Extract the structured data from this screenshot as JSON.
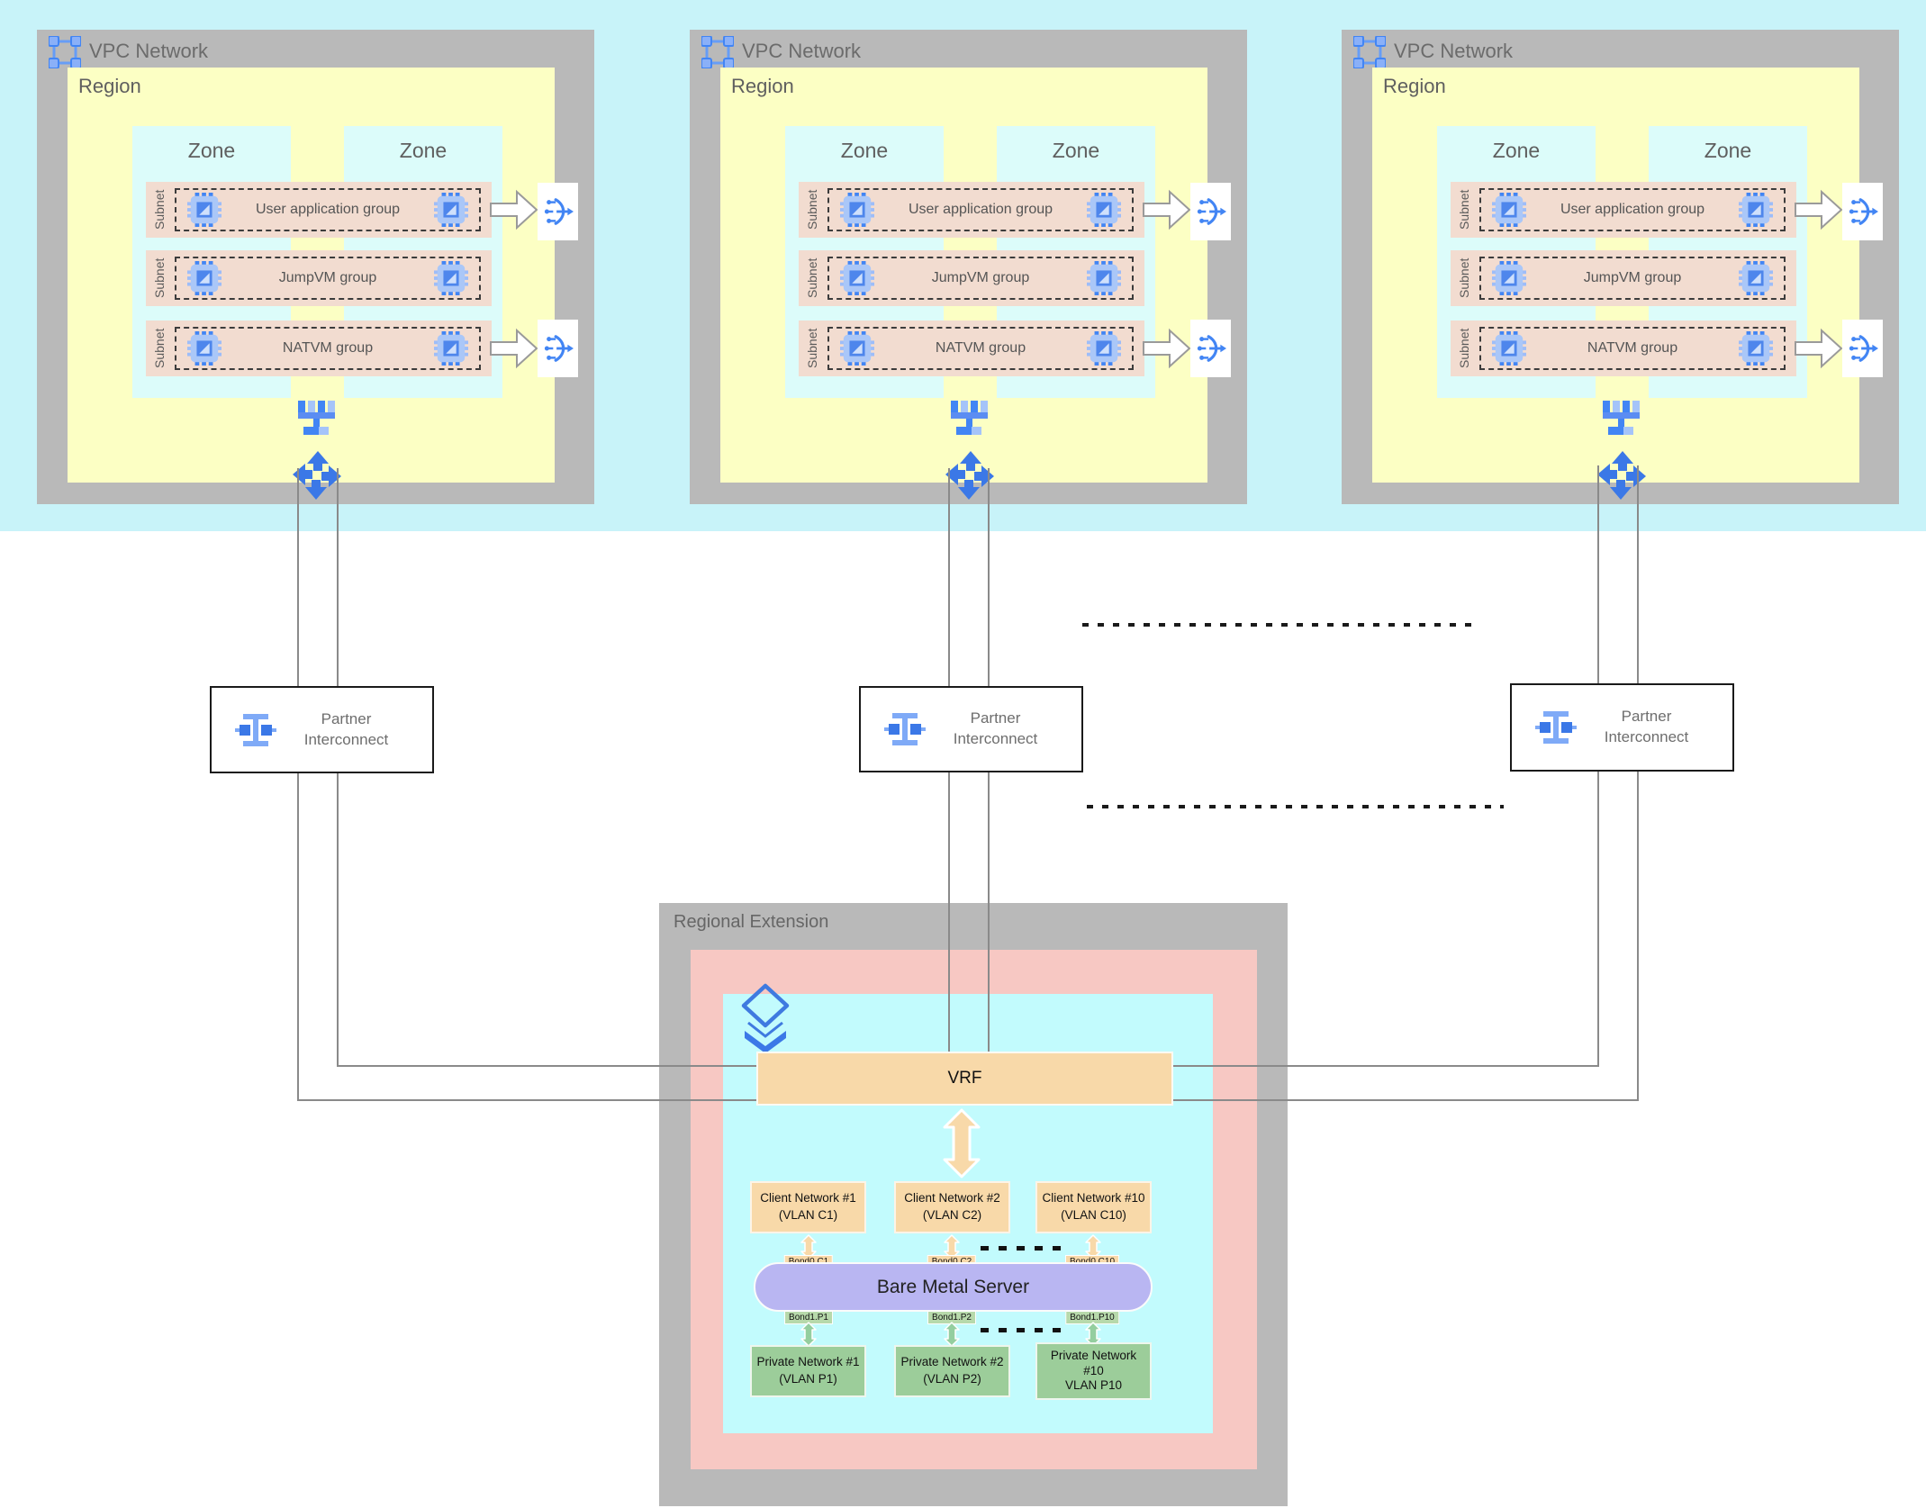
{
  "colors": {
    "top_band": "#c8f3f9",
    "vpc_gray": "#b9b9b9",
    "region_yellow": "#fcffc4",
    "zone_cyan": "#dcfcfa",
    "subnet_pink": "#f2dcd0",
    "icon_blue": "#4285f4",
    "line_gray": "#8a8a8a",
    "extension_pink": "#f7c8c3",
    "extension_cyan": "#c2fbfd",
    "vrf_tan": "#f8d9a9",
    "bare_metal_purple": "#b9b6f2",
    "private_green": "#9ccd9a",
    "bond_green": "#b7d9ab"
  },
  "icons": {
    "vpc": "vpc-brackets-icon",
    "vm": "compute-chip-icon",
    "load_balancer": "load-balancer-icon",
    "network_hub": "network-hub-icon",
    "router": "four-way-arrows-icon",
    "interconnect": "interconnect-icon",
    "layers": "stacked-layers-icon"
  },
  "vpc_networks": [
    {
      "title": "VPC Network",
      "region_label": "Region",
      "zones": [
        "Zone",
        "Zone"
      ],
      "subnet_rows": [
        {
          "side_label": "Subnet",
          "group_label": "User application group",
          "has_lb": true
        },
        {
          "side_label": "Subnet",
          "group_label": "JumpVM group",
          "has_lb": false
        },
        {
          "side_label": "Subnet",
          "group_label": "NATVM group",
          "has_lb": true
        }
      ]
    },
    {
      "title": "VPC Network",
      "region_label": "Region",
      "zones": [
        "Zone",
        "Zone"
      ],
      "subnet_rows": [
        {
          "side_label": "Subnet",
          "group_label": "User application group",
          "has_lb": true
        },
        {
          "side_label": "Subnet",
          "group_label": "JumpVM group",
          "has_lb": false
        },
        {
          "side_label": "Subnet",
          "group_label": "NATVM group",
          "has_lb": true
        }
      ]
    },
    {
      "title": "VPC Network",
      "region_label": "Region",
      "zones": [
        "Zone",
        "Zone"
      ],
      "subnet_rows": [
        {
          "side_label": "Subnet",
          "group_label": "User application group",
          "has_lb": true
        },
        {
          "side_label": "Subnet",
          "group_label": "JumpVM group",
          "has_lb": false
        },
        {
          "side_label": "Subnet",
          "group_label": "NATVM group",
          "has_lb": true
        }
      ]
    }
  ],
  "partner_interconnects": [
    {
      "line1": "Partner",
      "line2": "Interconnect"
    },
    {
      "line1": "Partner",
      "line2": "Interconnect"
    },
    {
      "line1": "Partner",
      "line2": "Interconnect"
    }
  ],
  "regional_extension": {
    "title": "Regional Extension",
    "vrf_label": "VRF",
    "client_networks": [
      {
        "lines": [
          "Client Network #1",
          "(VLAN C1)"
        ],
        "bond": "Bond0.C1"
      },
      {
        "lines": [
          "Client Network #2",
          "(VLAN C2)"
        ],
        "bond": "Bond0.C2"
      },
      {
        "lines": [
          "Client Network #10",
          "(VLAN C10)"
        ],
        "bond": "Bond0.C10"
      }
    ],
    "server_label": "Bare Metal Server",
    "private_networks": [
      {
        "lines": [
          "Private Network #1",
          "(VLAN P1)"
        ],
        "bond": "Bond1.P1"
      },
      {
        "lines": [
          "Private Network #2",
          "(VLAN P2)"
        ],
        "bond": "Bond1.P2"
      },
      {
        "lines": [
          "Private Network",
          "#10",
          "VLAN P10"
        ],
        "bond": "Bond1.P10"
      }
    ]
  }
}
